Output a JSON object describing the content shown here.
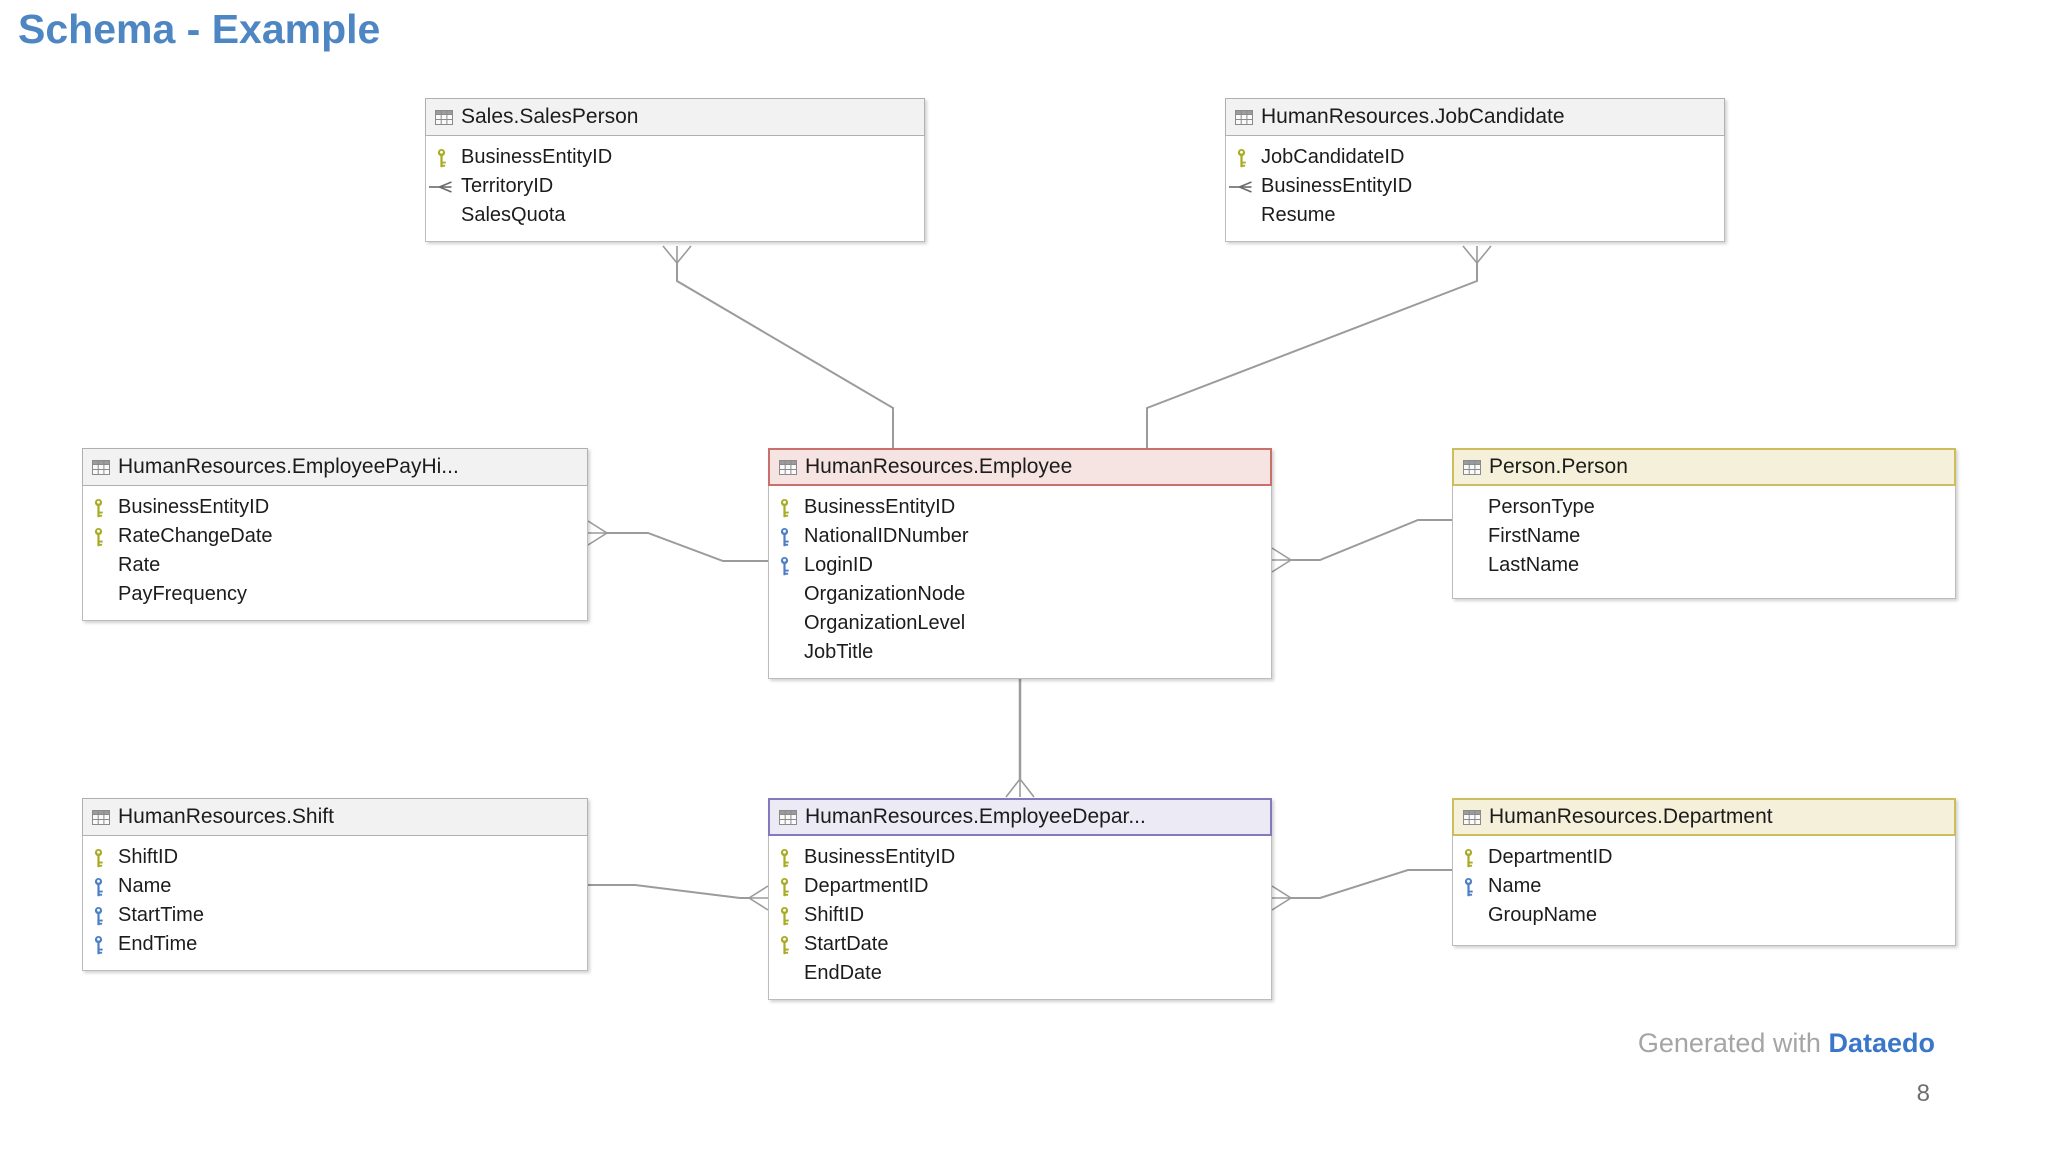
{
  "page": {
    "title": "Schema - Example",
    "page_number": "8",
    "footer": {
      "generated_with": "Generated with",
      "brand": "Dataedo"
    }
  },
  "colors": {
    "title_blue": "#4e86c3",
    "brand_blue": "#3a77c9",
    "connector_gray": "#9b9b9b",
    "header_default_bg": "#f2f2f2",
    "header_default_border": "#b0b0b0",
    "header_highlight_bg": "#f6e4e2",
    "header_highlight_border": "#c9706c",
    "header_yellow_bg": "#f5f0d9",
    "header_yellow_border": "#cdbd5e",
    "header_purple_bg": "#eceaf5",
    "header_purple_border": "#8379bd",
    "primary_key_yellow": "#a8ab25",
    "unique_key_blue": "#4d7fc6"
  },
  "tables": [
    {
      "id": "sales-salesperson",
      "title": "Sales.SalesPerson",
      "header_style": "default",
      "columns": [
        {
          "name": "BusinessEntityID",
          "icon": "primary-key-icon"
        },
        {
          "name": "TerritoryID",
          "icon": "foreign-key-icon"
        },
        {
          "name": "SalesQuota",
          "icon": "none"
        }
      ]
    },
    {
      "id": "humanresources-jobcandidate",
      "title": "HumanResources.JobCandidate",
      "header_style": "default",
      "columns": [
        {
          "name": "JobCandidateID",
          "icon": "primary-key-icon"
        },
        {
          "name": "BusinessEntityID",
          "icon": "foreign-key-icon"
        },
        {
          "name": "Resume",
          "icon": "none"
        }
      ]
    },
    {
      "id": "humanresources-employeepayhistory",
      "title": "HumanResources.EmployeePayHi...",
      "header_style": "default",
      "columns": [
        {
          "name": "BusinessEntityID",
          "icon": "primary-key-icon"
        },
        {
          "name": "RateChangeDate",
          "icon": "primary-key-icon"
        },
        {
          "name": "Rate",
          "icon": "none"
        },
        {
          "name": "PayFrequency",
          "icon": "none"
        }
      ]
    },
    {
      "id": "humanresources-employee",
      "title": "HumanResources.Employee",
      "header_style": "red",
      "columns": [
        {
          "name": "BusinessEntityID",
          "icon": "primary-key-icon"
        },
        {
          "name": "NationalIDNumber",
          "icon": "unique-key-icon"
        },
        {
          "name": "LoginID",
          "icon": "unique-key-icon"
        },
        {
          "name": "OrganizationNode",
          "icon": "none"
        },
        {
          "name": "OrganizationLevel",
          "icon": "none"
        },
        {
          "name": "JobTitle",
          "icon": "none"
        }
      ]
    },
    {
      "id": "person-person",
      "title": "Person.Person",
      "header_style": "yellow",
      "columns": [
        {
          "name": "PersonType",
          "icon": "none"
        },
        {
          "name": "FirstName",
          "icon": "none"
        },
        {
          "name": "LastName",
          "icon": "none"
        }
      ]
    },
    {
      "id": "humanresources-shift",
      "title": "HumanResources.Shift",
      "header_style": "default",
      "columns": [
        {
          "name": "ShiftID",
          "icon": "primary-key-icon"
        },
        {
          "name": "Name",
          "icon": "unique-key-icon"
        },
        {
          "name": "StartTime",
          "icon": "unique-key-icon"
        },
        {
          "name": "EndTime",
          "icon": "unique-key-icon"
        }
      ]
    },
    {
      "id": "humanresources-employeedepartmenthistory",
      "title": "HumanResources.EmployeeDepar...",
      "header_style": "purple",
      "columns": [
        {
          "name": "BusinessEntityID",
          "icon": "primary-key-icon"
        },
        {
          "name": "DepartmentID",
          "icon": "primary-key-icon"
        },
        {
          "name": "ShiftID",
          "icon": "primary-key-icon"
        },
        {
          "name": "StartDate",
          "icon": "primary-key-icon"
        },
        {
          "name": "EndDate",
          "icon": "none"
        }
      ]
    },
    {
      "id": "humanresources-department",
      "title": "HumanResources.Department",
      "header_style": "yellow",
      "columns": [
        {
          "name": "DepartmentID",
          "icon": "primary-key-icon"
        },
        {
          "name": "Name",
          "icon": "unique-key-icon"
        },
        {
          "name": "GroupName",
          "icon": "none"
        }
      ]
    }
  ],
  "relationships": [
    {
      "one_side": "HumanResources.Employee",
      "many_side": "Sales.SalesPerson"
    },
    {
      "one_side": "HumanResources.Employee",
      "many_side": "HumanResources.JobCandidate"
    },
    {
      "one_side": "HumanResources.Employee",
      "many_side": "HumanResources.EmployeePayHi..."
    },
    {
      "one_side": "Person.Person",
      "many_side": "HumanResources.Employee"
    },
    {
      "one_side": "HumanResources.Employee",
      "many_side": "HumanResources.EmployeeDepar..."
    },
    {
      "one_side": "HumanResources.Shift",
      "many_side": "HumanResources.EmployeeDepar..."
    },
    {
      "one_side": "HumanResources.Department",
      "many_side": "HumanResources.EmployeeDepar..."
    }
  ]
}
